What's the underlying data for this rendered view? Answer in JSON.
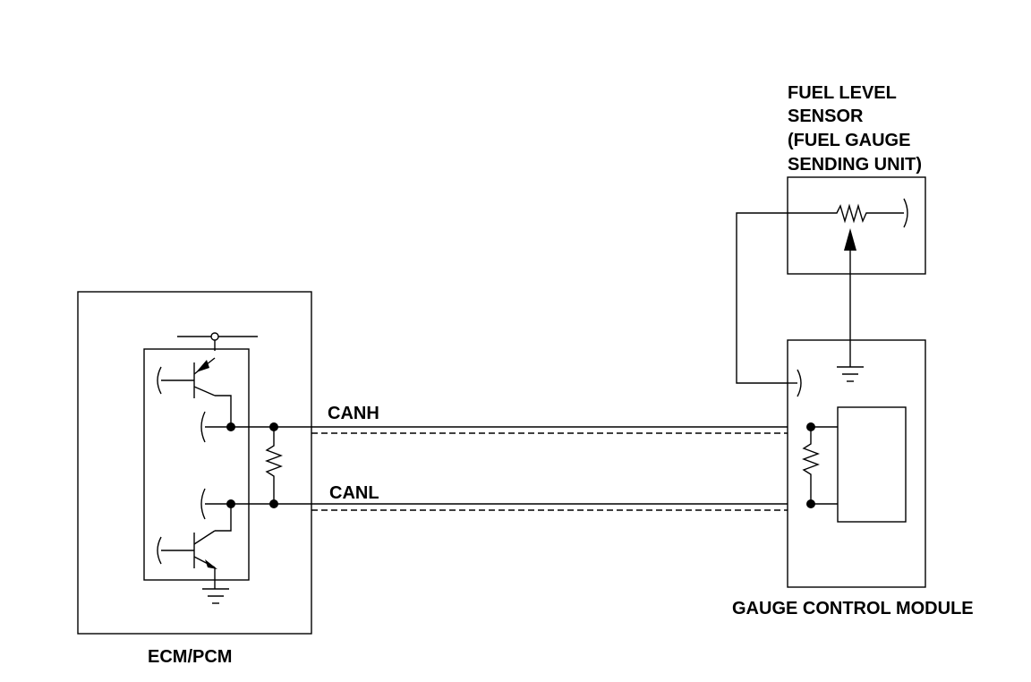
{
  "labels": {
    "sensor_line1": "FUEL LEVEL",
    "sensor_line2": "SENSOR",
    "sensor_line3": "(FUEL GAUGE",
    "sensor_line4": "SENDING UNIT)",
    "canh": "CANH",
    "canl": "CANL",
    "gauge_module": "GAUGE CONTROL MODULE",
    "ecm": "ECM/PCM"
  },
  "colors": {
    "ink": "#000000",
    "background": "#ffffff"
  }
}
